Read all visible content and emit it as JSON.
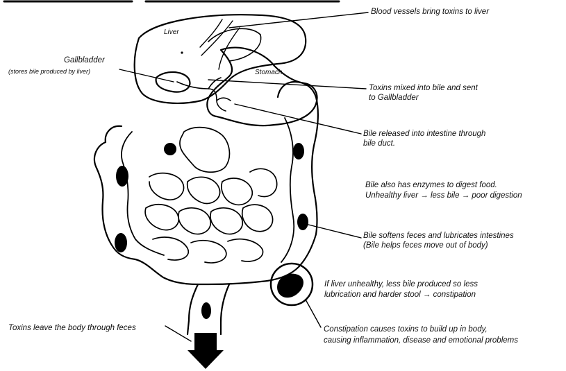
{
  "organs": {
    "liver": "Liver",
    "stomach": "Stomach"
  },
  "annotations": {
    "gallbladder_title": "Gallbladder",
    "gallbladder_note": "(stores bile produced by liver)",
    "blood_vessels": "Blood vessels bring toxins to liver",
    "toxins_mixed_1": "Toxins mixed into bile and sent",
    "toxins_mixed_2": "to Gallbladder",
    "bile_released_1": "Bile released into intestine through",
    "bile_released_2": "bile duct.",
    "enzymes_1": "Bile also has enzymes to digest food.",
    "enzymes_2": "Unhealthy liver → less bile → poor digestion",
    "softens_1": "Bile softens feces and lubricates intestines",
    "softens_2": "(Bile helps feces move out of body)",
    "unhealthy_1": "If liver unhealthy, less bile produced so less",
    "unhealthy_2": "lubrication and harder stool → constipation",
    "toxins_leave": "Toxins leave the body through feces",
    "constipation_1": "Constipation causes toxins to build up in body,",
    "constipation_2": "causing inflammation, disease and emotional problems"
  },
  "colors": {
    "ink": "#000000",
    "background": "#ffffff"
  }
}
